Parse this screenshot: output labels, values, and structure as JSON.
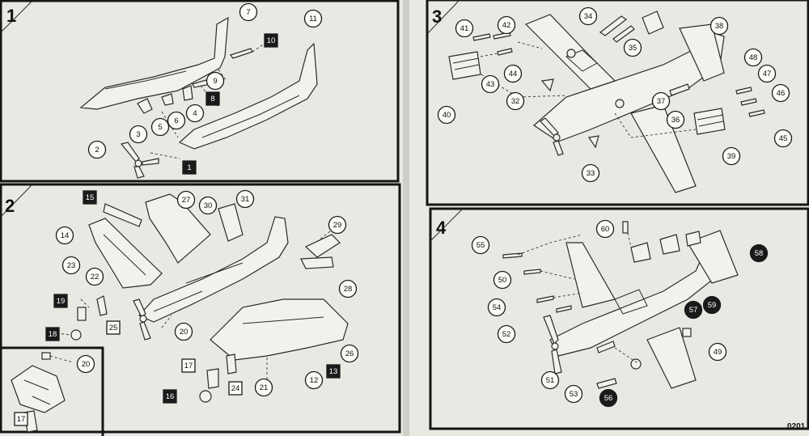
{
  "sheet": {
    "catalogue_number": "0201",
    "steps": [
      {
        "number": "1"
      },
      {
        "number": "2"
      },
      {
        "number": "3"
      },
      {
        "number": "4"
      }
    ],
    "parts": {
      "p1": "1",
      "p2": "2",
      "p3": "3",
      "p4": "4",
      "p5": "5",
      "p6": "6",
      "p7": "7",
      "p8": "8",
      "p9": "9",
      "p10": "10",
      "p11": "11",
      "p12": "12",
      "p13": "13",
      "p14": "14",
      "p15": "15",
      "p16": "16",
      "p17": "17",
      "p18": "18",
      "p19": "19",
      "p20": "20",
      "p21": "21",
      "p22": "22",
      "p23": "23",
      "p24": "24",
      "p25": "25",
      "p26": "26",
      "p27": "27",
      "p28": "28",
      "p29": "29",
      "p30": "30",
      "p31": "31",
      "p32": "32",
      "p33": "33",
      "p34": "34",
      "p35": "35",
      "p36": "36",
      "p37": "37",
      "p38": "38",
      "p39": "39",
      "p40": "40",
      "p41": "41",
      "p42": "42",
      "p43": "43",
      "p44": "44",
      "p45": "45",
      "p46": "46",
      "p47": "47",
      "p48": "48",
      "p49": "49",
      "p50": "50",
      "p51": "51",
      "p52": "52",
      "p53": "53",
      "p54": "54",
      "p55": "55",
      "p56": "56",
      "p57": "57",
      "p58": "58",
      "p59": "59",
      "p60": "60"
    }
  },
  "colors": {
    "paper": "#eeede8",
    "ink": "#1a1a1a",
    "background": "#bdbcb7"
  }
}
